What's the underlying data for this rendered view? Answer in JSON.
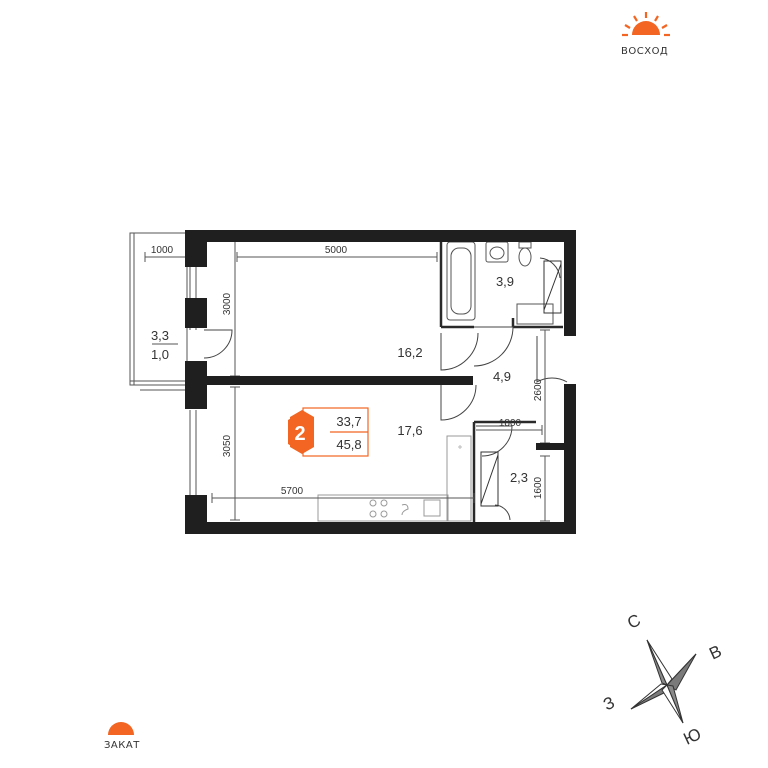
{
  "sunrise_label": "ВОСХОД",
  "sunset_label": "ЗАКАТ",
  "compass": {
    "north": "С",
    "east": "В",
    "south": "Ю",
    "west": "З"
  },
  "badge": {
    "rooms": "2",
    "living_area": "33,7",
    "total_area": "45,8"
  },
  "rooms": {
    "room_upper": "16,2",
    "room_lower": "17,6",
    "bathroom": "3,9",
    "hallway": "4,9",
    "wardrobe": "2,3",
    "balcony_area": "3,3",
    "balcony_coef": "1,0"
  },
  "dimensions": {
    "balcony_width": "1000",
    "upper_room_width": "5000",
    "upper_room_depth": "3000",
    "lower_room_depth": "3050",
    "lower_room_width": "5700",
    "hall_depth": "2600",
    "hall_width": "1800",
    "wardrobe_depth": "1600"
  },
  "colors": {
    "wall": "#1f1f1f",
    "accent": "#f26522",
    "line": "#555555"
  }
}
